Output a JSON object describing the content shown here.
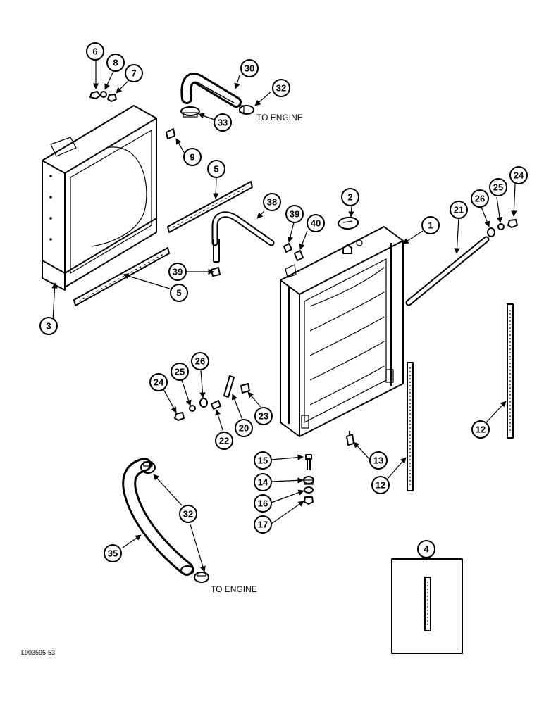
{
  "notes": {
    "to_engine_top": "TO ENGINE",
    "to_engine_bottom": "TO ENGINE"
  },
  "figure_id": "L903595-53",
  "callouts": [
    "1",
    "2",
    "3",
    "4",
    "5",
    "5",
    "6",
    "7",
    "8",
    "9",
    "12",
    "12",
    "13",
    "14",
    "15",
    "16",
    "17",
    "20",
    "21",
    "22",
    "23",
    "24",
    "24",
    "25",
    "25",
    "26",
    "26",
    "30",
    "32",
    "32",
    "33",
    "35",
    "38",
    "39",
    "39",
    "40"
  ]
}
